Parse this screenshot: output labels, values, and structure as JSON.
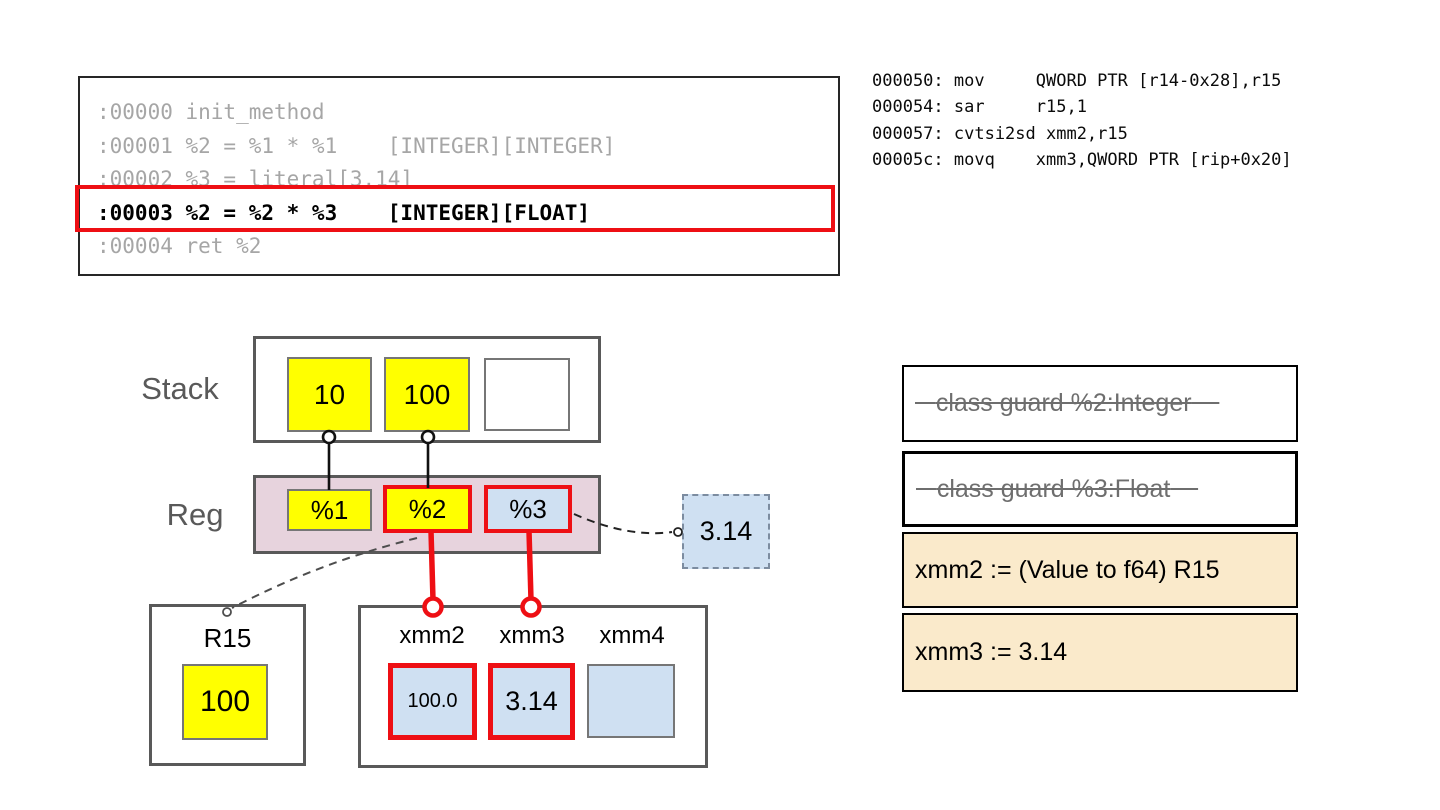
{
  "bytecode_panel": {
    "lines": [
      ":00000 init_method",
      ":00001 %2 = %1 * %1    [INTEGER][INTEGER]",
      ":00002 %3 = literal[3.14]",
      ":00003 %2 = %2 * %3    [INTEGER][FLOAT]",
      ":00004 ret %2"
    ],
    "active_line_index": 3
  },
  "asm_panel": {
    "lines": [
      "000050: mov     QWORD PTR [r14-0x28],r15",
      "000054: sar     r15,1",
      "000057: cvtsi2sd xmm2,r15",
      "00005c: movq    xmm3,QWORD PTR [rip+0x20]"
    ]
  },
  "stack": {
    "label": "Stack",
    "slots": [
      "10",
      "100",
      ""
    ]
  },
  "reg": {
    "label": "Reg",
    "slots": [
      "%1",
      "%2",
      "%3"
    ]
  },
  "literal_box": {
    "value": "3.14"
  },
  "r15_box": {
    "label": "R15",
    "value": "100"
  },
  "xmm_box": {
    "registers": [
      {
        "name": "xmm2",
        "value": "100.0"
      },
      {
        "name": "xmm3",
        "value": "3.14"
      },
      {
        "name": "xmm4",
        "value": ""
      }
    ]
  },
  "trace_ops": [
    {
      "text": "class guard %2:Integer",
      "struck": true
    },
    {
      "text": "class guard %3:Float",
      "struck": true
    },
    {
      "text": "xmm2 := (Value to f64) R15",
      "struck": false
    },
    {
      "text": "xmm3 := 3.14",
      "struck": false
    }
  ],
  "colors": {
    "accent_red": "#ee0f14",
    "cell_yellow": "#ffff00",
    "value_blue": "#cfe0f2",
    "reg_pink": "#e7d3dd",
    "op_cream": "#faeacb",
    "dim_text": "#a6a6a6",
    "frame_gray": "#595959"
  }
}
